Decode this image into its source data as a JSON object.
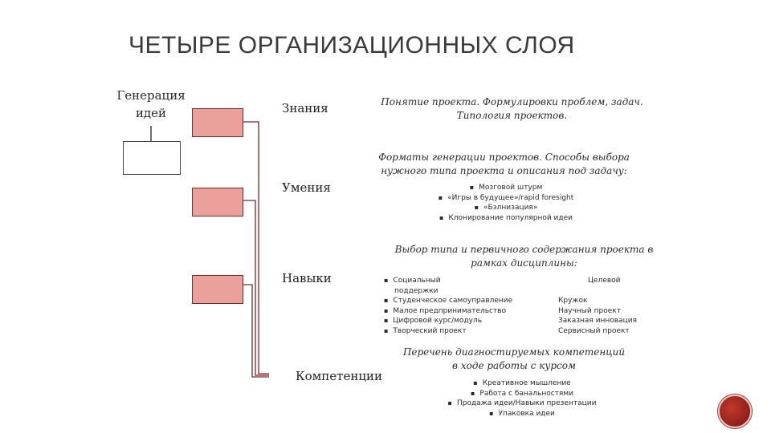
{
  "title": "ЧЕТЫРЕ ОРГАНИЗАЦИОННЫХ СЛОЯ",
  "generation": {
    "line1": "Генерация",
    "line2": "идей"
  },
  "layers": {
    "knowledge": "Знания",
    "skills": "Умения",
    "abilities": "Навыки",
    "competencies": "Компетенции"
  },
  "knowledge_text": {
    "line1": "Понятие проекта. Формулировки проблем, задач.",
    "line2": "Типология проектов."
  },
  "skills_text": {
    "line1": "Форматы генерации проектов. Способы выбора",
    "line2": "нужного типа проекта и описания под задачу:",
    "items": [
      "Мозговой штурм",
      "«Игры в будущее»/rapid foresight",
      "«Бэлнизация»",
      "Клонирование популярной идеи"
    ]
  },
  "abilities_text": {
    "line1": "Выбор типа и первичного содержания проекта в",
    "line2": "рамках дисциплины:",
    "social_items": [
      "Социальный",
      "поддержки",
      "Студенческое самоуправление",
      "Малое предпринимательство",
      "Цифровой курс/модуль",
      "Творческий проект"
    ],
    "target_items": [
      "Целевой",
      "Кружок",
      "Научный проект",
      "Заказная инновация",
      "Сервисный проект"
    ]
  },
  "competencies_text": {
    "line1": "Перечень диагностируемых компетенций",
    "line2": "в ходе работы с курсом",
    "items": [
      "Креативное мышление",
      "Работа с банальностями",
      "Продажа идеи/Навыки презентации",
      "Упаковка идеи"
    ]
  },
  "colors": {
    "box_fill": "#eaa19c",
    "box_border": "#7a2b2b",
    "line": "#7a2b2b",
    "logo": "#a52a20"
  }
}
